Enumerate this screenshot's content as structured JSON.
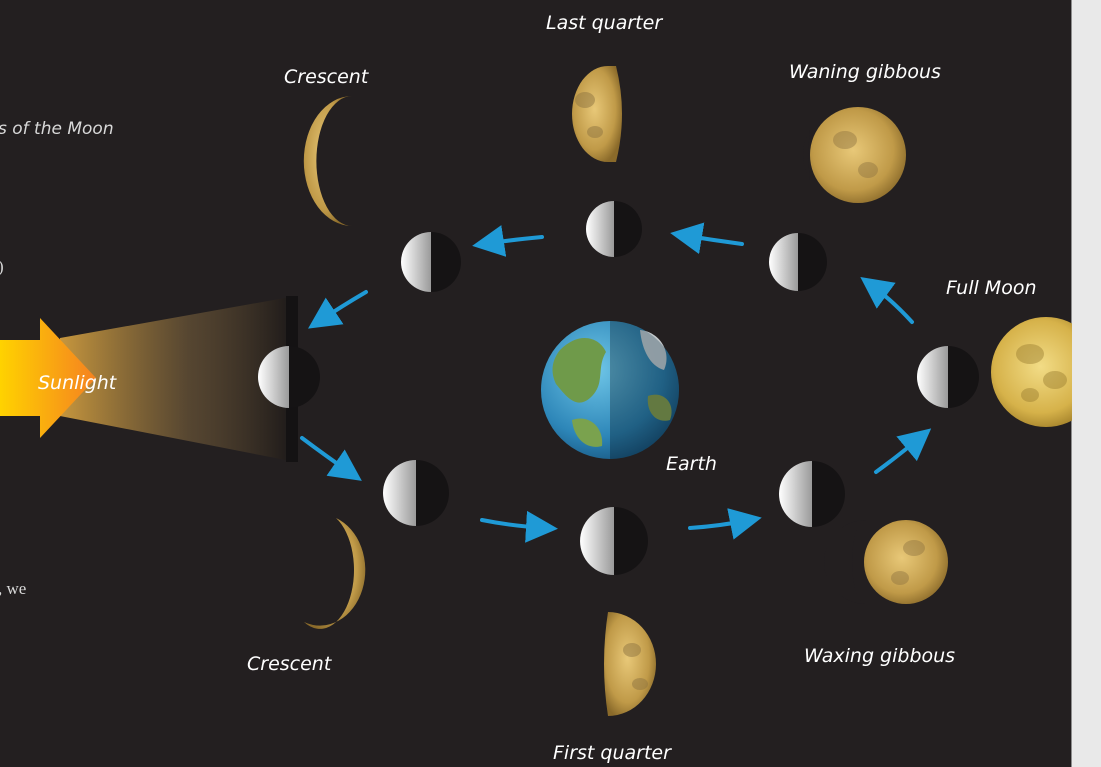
{
  "labels": {
    "last_quarter": "Last quarter",
    "crescent_top": "Crescent",
    "waning_gibbous": "Waning gibbous",
    "full_moon": "Full Moon",
    "sunlight": "Sunlight",
    "earth": "Earth",
    "crescent_bottom": "Crescent",
    "waxing_gibbous": "Waxing gibbous",
    "first_quarter": "First quarter"
  },
  "page_fragments": {
    "heading_fragment": "s of the Moon",
    "body_fragment_1": ")",
    "body_fragment_2": ", we"
  },
  "colors": {
    "background": "#231f20",
    "arrow": "#1f9ad6",
    "sun_orange": "#f7941d",
    "sun_yellow": "#ffd200",
    "moon_gold": "#c9a24a"
  }
}
